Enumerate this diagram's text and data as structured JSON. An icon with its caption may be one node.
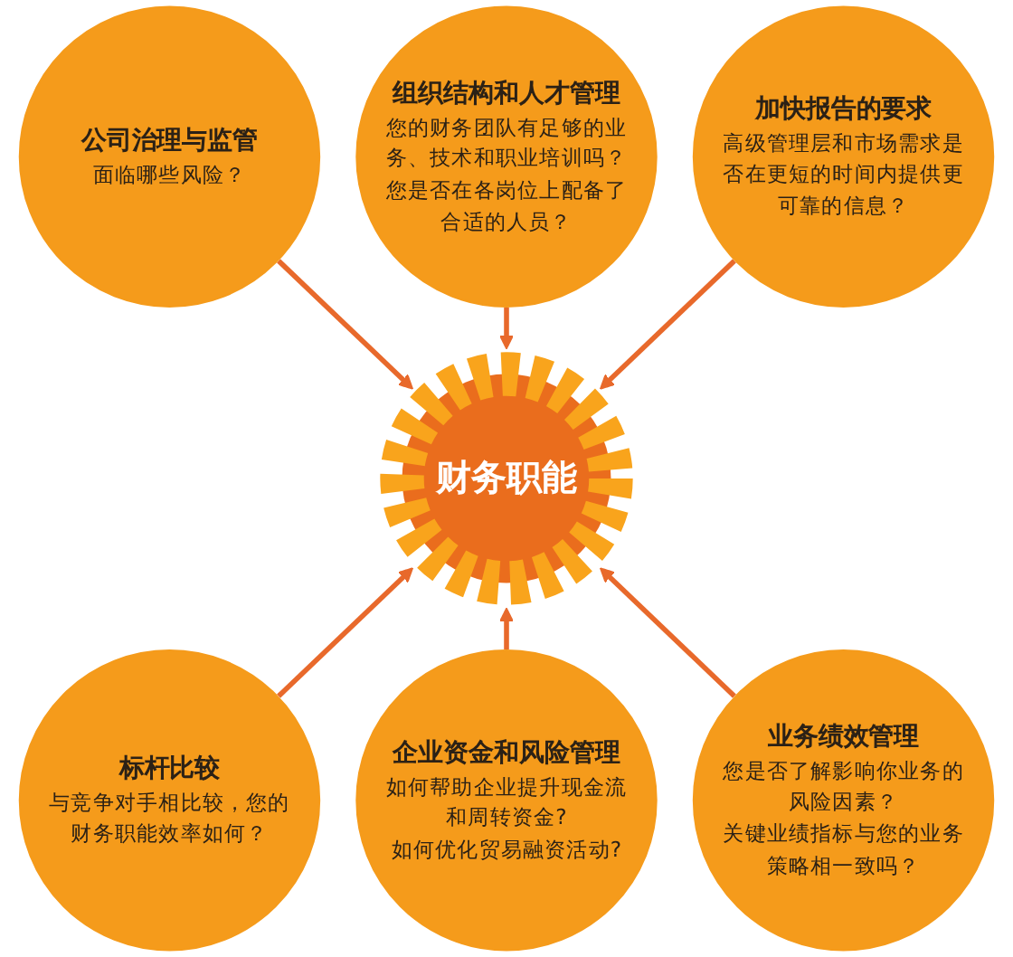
{
  "diagram": {
    "nodes": [
      {
        "text": [
          "组织结构和人才管理",
          "您的财务团队有足够的业务、技术和职业培训吗？",
          "您是否在各岗位上配备了合适的人员？"
        ]
      },
      {
        "text": [
          "公司治理与监管",
          "面临哪些风险？"
        ]
      },
      {
        "text": [
          "加快报告的要求",
          "高级管理层和市场需求是否在更短的时间内提供更可靠的信息？"
        ]
      },
      {
        "text": [
          "财务职能"
        ]
      },
      {
        "text": [
          "标杆比较",
          "与竞争对手相比较，您的财务职能效率如何？"
        ]
      },
      {
        "text": [
          "业务绩效管理",
          "您是否了解影响你业务的风险因素？",
          "关键业绩指标与您的业务策略相一致吗？"
        ]
      },
      {
        "text": [
          "企业资金和风险管理",
          "如何帮助企业提升现金流和周转资金?",
          "如何优化贸易融资活动?"
        ]
      }
    ],
    "edges": [
      {
        "from": 1,
        "to": 3,
        "arrow": "to"
      },
      {
        "from": 0,
        "to": 3,
        "arrow": "to"
      },
      {
        "from": 2,
        "to": 3,
        "arrow": "to"
      },
      {
        "from": 4,
        "to": 3,
        "arrow": "to"
      },
      {
        "from": 6,
        "to": 3,
        "arrow": "to"
      },
      {
        "from": 5,
        "to": 3,
        "arrow": "to"
      }
    ]
  }
}
